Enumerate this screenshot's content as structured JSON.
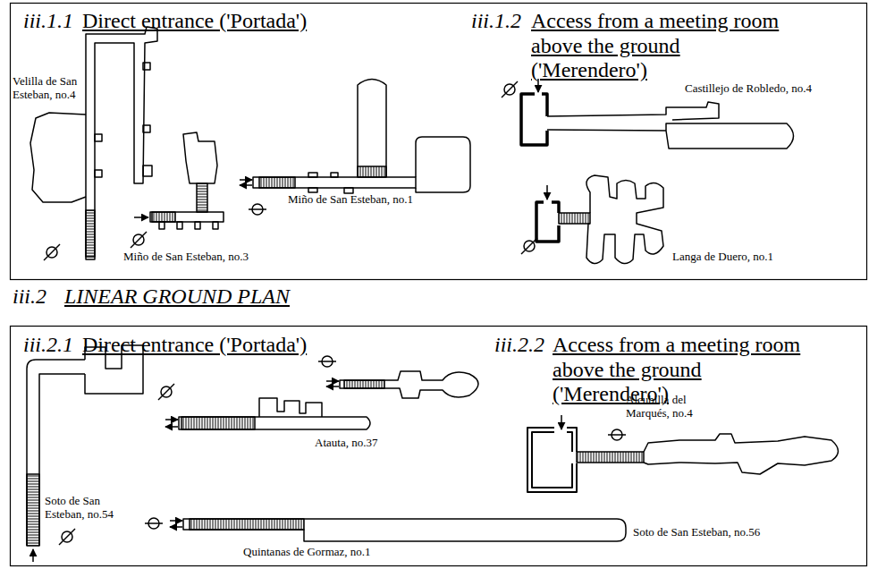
{
  "diagram": {
    "labels": [
      "iii.1.1",
      "Direct entrance ('Portada')",
      "iii.1.2",
      "Access from a meeting room above the ground ('Merendero')",
      "Velilla de San Esteban, no.4",
      "Miño de San Esteban, no.3",
      "Miño de San Esteban, no.1",
      "Castillejo de Robledo, no.4",
      "Langa de Duero, no.1",
      "iii.2",
      "LINEAR GROUND PLAN",
      "iii.2.1",
      "Direct entrance ('Portada')",
      "iii.2.2",
      "Access from a meeting room above the ground ('Merendero')",
      "Soto de San Esteban, no.54",
      "Atauta, no.37",
      "Alcubilla del Marqués, no.4",
      "Quintanas de Gormaz, no.1",
      "Soto de San Esteban, no.56"
    ]
  }
}
